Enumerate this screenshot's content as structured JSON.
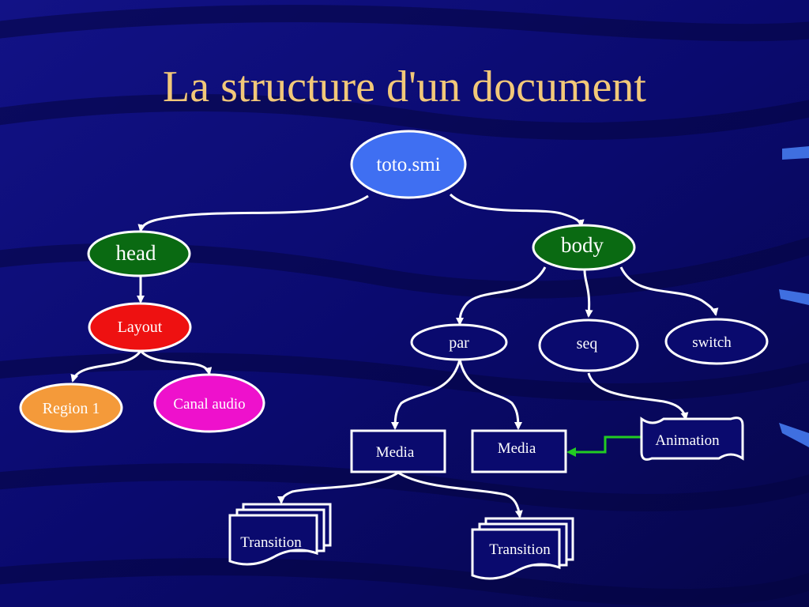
{
  "slide": {
    "title": "La structure d'un document"
  },
  "diagram": {
    "nodes": {
      "root": "toto.smi",
      "head": "head",
      "body": "body",
      "layout": "Layout",
      "region": "Region 1",
      "canal_audio": "Canal audio",
      "par": "par",
      "seq": "seq",
      "switch": "switch",
      "media_1": "Media",
      "media_2": "Media",
      "animation": "Animation",
      "transition_1": "Transition",
      "transition_2": "Transition"
    }
  },
  "colors": {
    "background": "#0a0a6e",
    "title": "#f2c879",
    "root_fill": "#3f6ff2",
    "head_body_fill": "#0a6a12",
    "layout_fill": "#ee1111",
    "region_fill": "#f49a3a",
    "canal_audio_fill": "#ee11cc",
    "node_outline": "#ffffff",
    "link": "#ffffff",
    "reference_arrow": "#22cc22"
  }
}
